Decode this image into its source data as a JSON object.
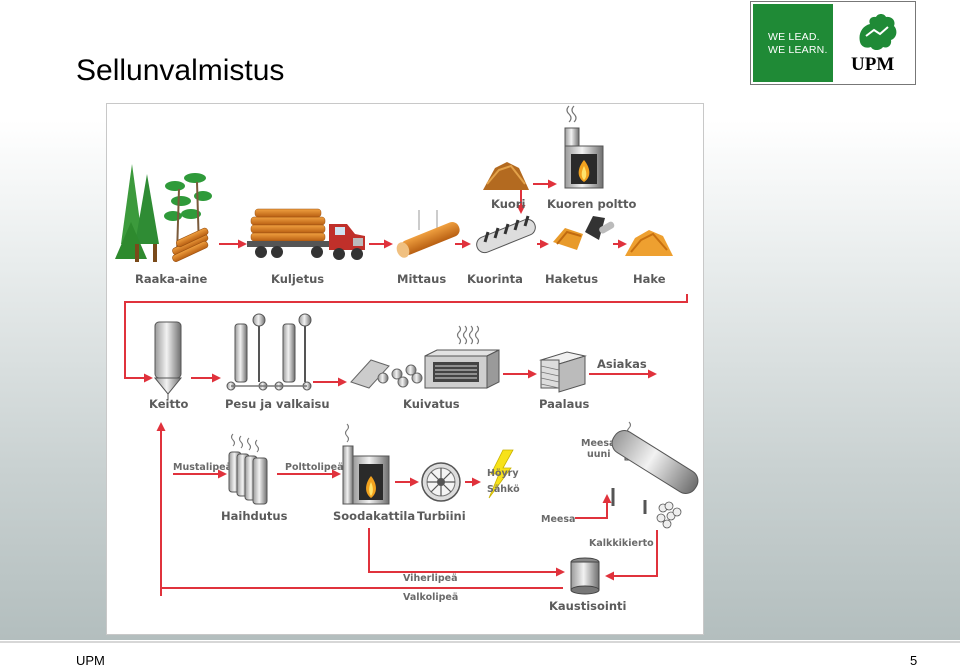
{
  "title": "Sellunvalmistus",
  "logo": {
    "line1": "WE LEAD.",
    "line2": "WE LEARN.",
    "wordmark": "UPM"
  },
  "footer": {
    "left": "UPM",
    "page": "5"
  },
  "colors": {
    "arrow": "#e0323c",
    "logo_green": "#1f8a36",
    "wood": "#d6781e"
  },
  "labels": {
    "raaka_aine": "Raaka-aine",
    "kuljetus": "Kuljetus",
    "mittaus": "Mittaus",
    "kuorinta": "Kuorinta",
    "haketus": "Haketus",
    "hake": "Hake",
    "kuori": "Kuori",
    "kuoren_poltto": "Kuoren poltto",
    "keitto": "Keitto",
    "pesu": "Pesu ja valkaisu",
    "kuivatus": "Kuivatus",
    "paalaus": "Paalaus",
    "asiakas": "Asiakas",
    "mustalipea": "Mustalipeä",
    "polttolipea": "Polttolipeä",
    "hoyry": "Höyry",
    "sahko": "Sähkö",
    "meesauuni_1": "Meesa-",
    "meesauuni_2": "uuni",
    "haihdutus": "Haihdutus",
    "soodakattila": "Soodakattila",
    "turbiini": "Turbiini",
    "meesa": "Meesa",
    "kalkkikierto": "Kalkkikierto",
    "viherlipea": "Viherlipeä",
    "valkolipea": "Valkolipeä",
    "kaustisointi": "Kaustisointi"
  }
}
